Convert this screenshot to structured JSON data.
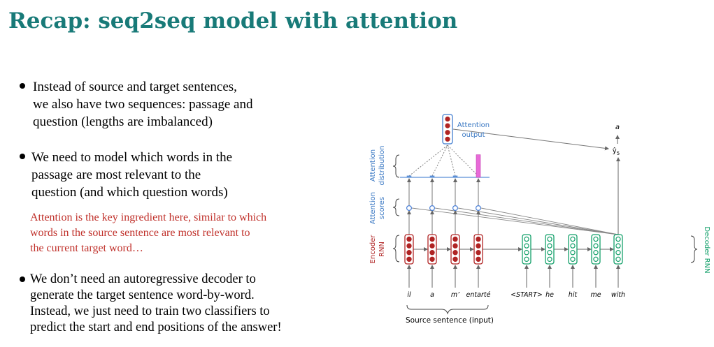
{
  "slide": {
    "title": "Recap: seq2seq model with attention"
  },
  "bullets": [
    {
      "lines": [
        "Instead of source and target sentences,",
        "we also have two sequences: passage and",
        "question (lengths are imbalanced)"
      ]
    },
    {
      "lines": [
        "We need to model which words in the",
        "passage are most relevant to the",
        "question (and which question words)"
      ]
    },
    {
      "lines": [
        "We don’t need an autoregressive decoder to",
        "generate the target sentence word-by-word.",
        "Instead, we just need to train two classifiers to",
        "predict the start and end positions of the answer!"
      ]
    }
  ],
  "note": {
    "lines": [
      "Attention is the key ingredient here, similar to which",
      "words in the source sentence are most relevant to",
      "the current target word…"
    ]
  },
  "diagram": {
    "attention_output_label": [
      "Attention",
      "output"
    ],
    "attention_distribution_label": [
      "Attention",
      "distribution"
    ],
    "attention_scores_label": [
      "Attention",
      "scores"
    ],
    "encoder_label": [
      "Encoder",
      "RNN"
    ],
    "decoder_label": "Decoder RNN",
    "source_words": [
      "il",
      "a",
      "m’",
      "entarté"
    ],
    "target_words": [
      "<START>",
      "he",
      "hit",
      "me",
      "with"
    ],
    "output_word": "a",
    "prediction_label": "ŷ",
    "prediction_subscript": "5",
    "source_caption": "Source sentence (input)",
    "attention_weights": [
      0.06,
      0.06,
      0.06,
      0.9
    ],
    "colors": {
      "encoder": "#b02424",
      "decoder": "#13a06a",
      "attention_label": "#3a78c3",
      "attention_bar": "#5b8fd6",
      "attention_peak": "#e86ad8",
      "score_circle": "#4a7fd6",
      "title": "#187a78",
      "note": "#c0312b"
    }
  }
}
